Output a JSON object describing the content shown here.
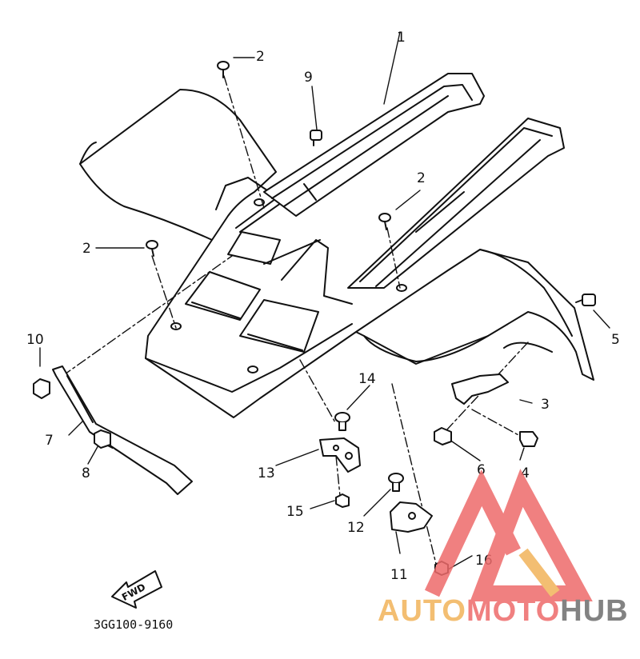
{
  "diagram": {
    "part_code": "3GG100-9160",
    "fwd_label": "FWD",
    "callouts": {
      "c1": "1",
      "c2a": "2",
      "c2b": "2",
      "c2c": "2",
      "c3": "3",
      "c4": "4",
      "c5": "5",
      "c6": "6",
      "c7": "7",
      "c8": "8",
      "c9": "9",
      "c10": "10",
      "c11": "11",
      "c12": "12",
      "c13": "13",
      "c14": "14",
      "c15": "15",
      "c16": "16"
    }
  },
  "watermark": {
    "part1": "AUTO",
    "part2": "MOTO",
    "part3": "HUB",
    "colors": {
      "orange": "#f2b35a",
      "red": "#ee6b6b",
      "gray": "#6d6d6d"
    }
  }
}
